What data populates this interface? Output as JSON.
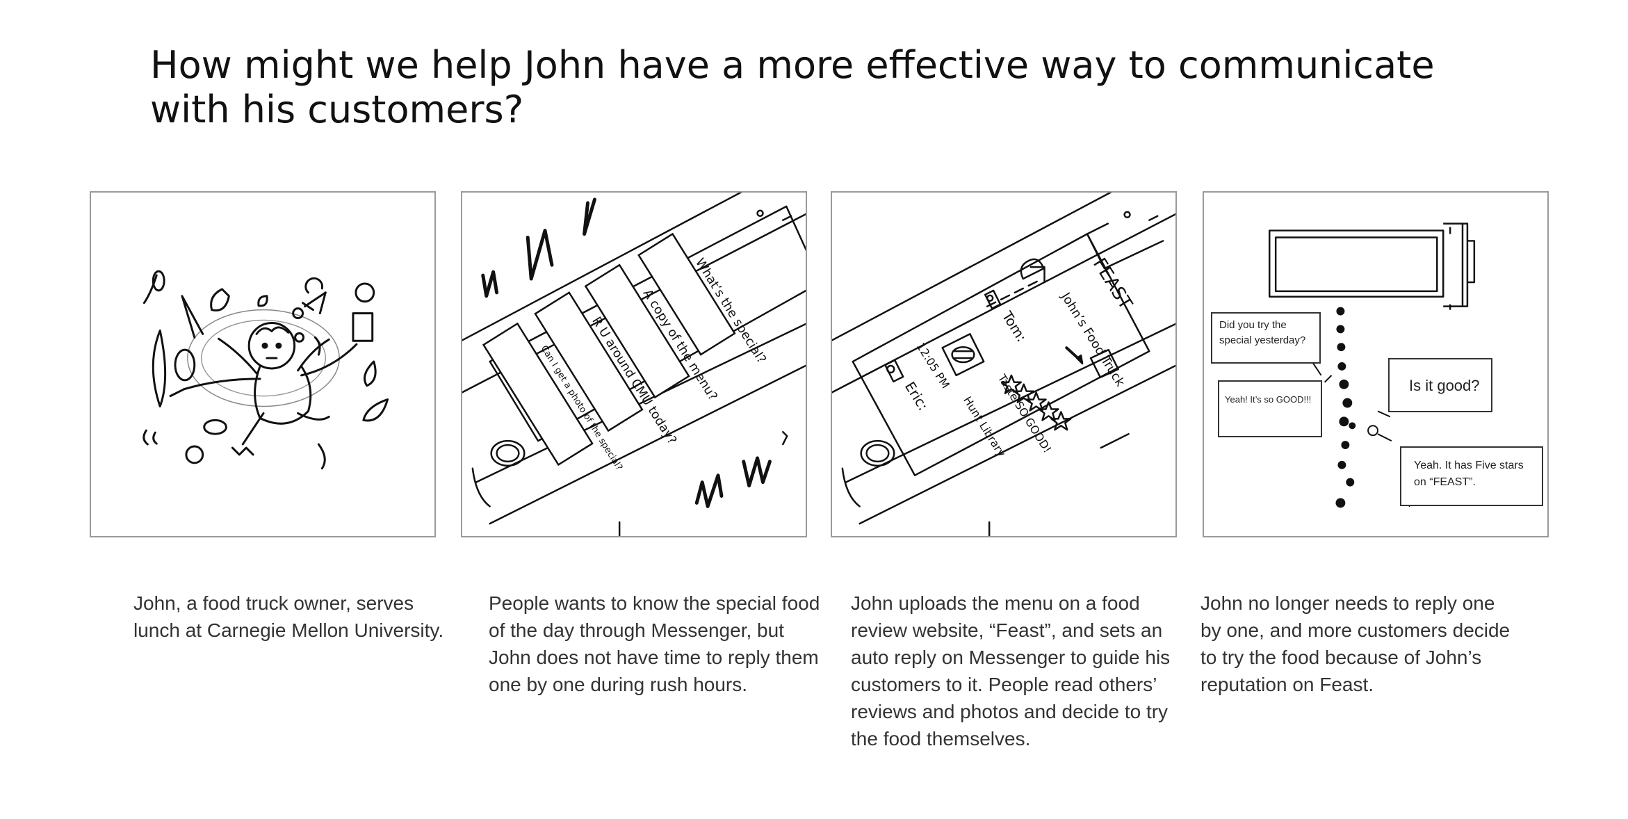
{
  "title": "How might we help John have a more effective way to communicate with his customers?",
  "panels": [
    {
      "caption": "John, a food truck owner, serves lunch at Carnegie Mellon University."
    },
    {
      "messages": [
        "What’s the special?",
        "A copy of the menu?",
        "R U around CMU today?",
        "Can I get a photo of the special?"
      ],
      "caption": "People wants to know the special food of the day through Messenger, but John does not have time to reply them one by one during rush hours."
    },
    {
      "app_name": "FEAST",
      "truck_name": "John’s Food Truck",
      "reviewer_1": "Tom:",
      "reviewer_2": "Eric:",
      "review_text": "Taste SO GOOD!",
      "time": "12:05 PM",
      "location": "Hunt Library",
      "caption": "John uploads the menu on a food review website, “Feast”, and sets an auto reply on Messenger to guide his customers to it. People read others’ reviews and photos and decide to try the food themselves."
    },
    {
      "bubble_1": "Did you try the special yesterday?",
      "bubble_2": "Yeah! It’s so GOOD!!!",
      "bubble_3": "Is it good?",
      "bubble_4": "Yeah. It has Five stars on “FEAST”.",
      "caption": "John no longer needs to reply one by one, and more customers decide to try the food because of John’s reputation on Feast."
    }
  ]
}
